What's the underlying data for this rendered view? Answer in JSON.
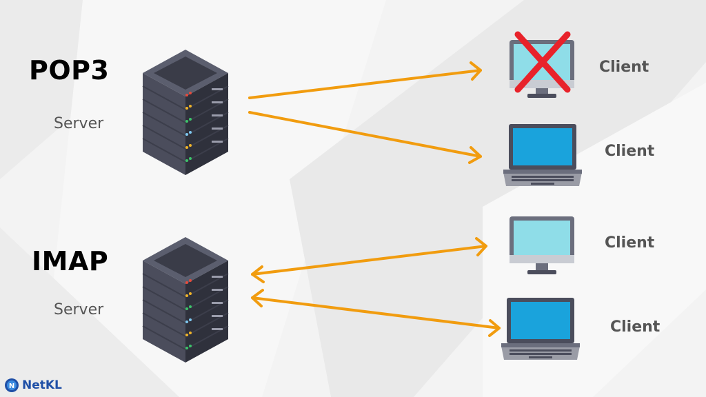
{
  "protocols": [
    {
      "title": "POP3",
      "server_label": "Server"
    },
    {
      "title": "IMAP",
      "server_label": "Server"
    }
  ],
  "clients": [
    {
      "label": "Client",
      "device": "desktop-monitor",
      "blocked": true
    },
    {
      "label": "Client",
      "device": "laptop",
      "blocked": false
    },
    {
      "label": "Client",
      "device": "desktop-monitor",
      "blocked": false
    },
    {
      "label": "Client",
      "device": "laptop",
      "blocked": false
    }
  ],
  "connections": {
    "pop3": "one-way server to client",
    "imap": "two-way server and client"
  },
  "brand": {
    "name": "NetKL",
    "logo_icon": "netkl-logo-icon"
  },
  "colors": {
    "arrow": "#f19c0f",
    "screen": "#8fdde8",
    "laptop_screen": "#1aa3dc",
    "server_body": "#4b4d5c",
    "cross": "#e8222a",
    "brand": "#1f4fa6"
  }
}
